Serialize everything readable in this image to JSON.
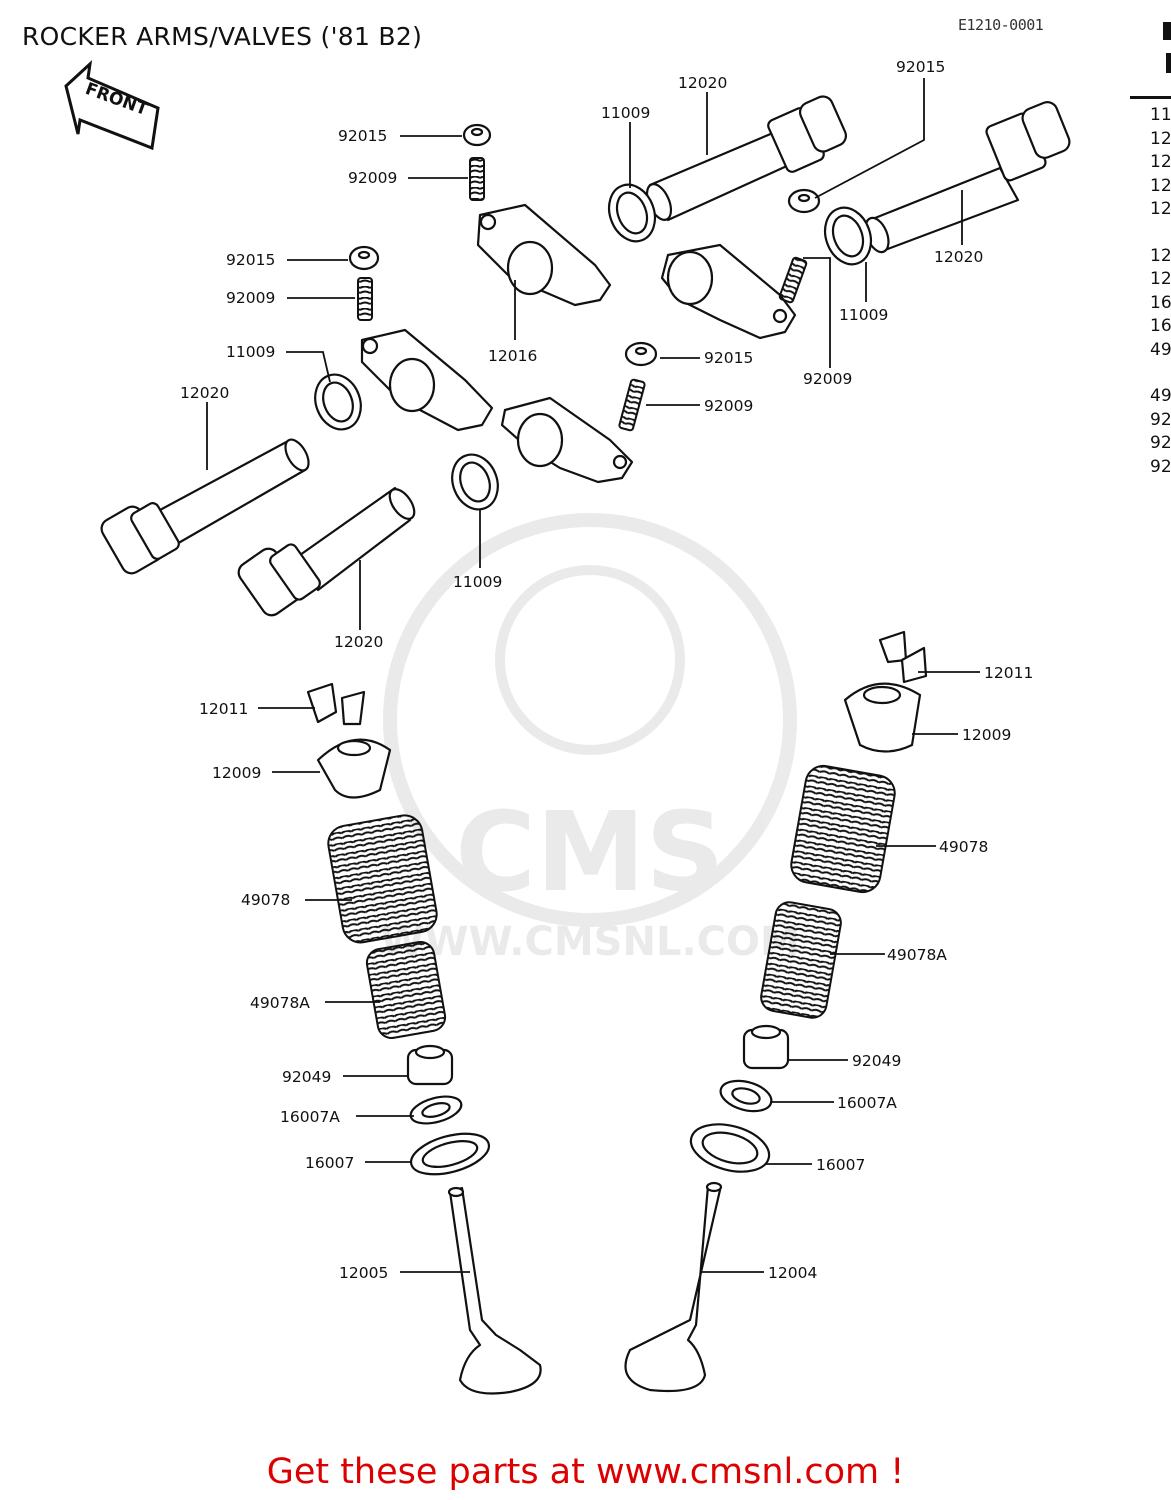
{
  "header": {
    "title": "ROCKER ARMS/VALVES ('81 B2)",
    "diagram_code": "E1210-0001"
  },
  "front_arrow": {
    "label": "FRONT"
  },
  "watermark": {
    "brand": "CMS",
    "url": "WWW.CMSNL.COM"
  },
  "callouts": {
    "c_92015_a": "92015",
    "c_92009_a": "92009",
    "c_92015_b": "92015",
    "c_92009_b": "92009",
    "c_11009_a": "11009",
    "c_12020_a": "12020",
    "c_12016": "12016",
    "c_11009_b": "11009",
    "c_12020_b": "12020",
    "c_11009_c": "11009",
    "c_12020_c": "12020",
    "c_92015_c": "92015",
    "c_12020_d": "12020",
    "c_11009_d": "11009",
    "c_92009_c": "92009",
    "c_92015_d": "92015",
    "c_92009_d": "92009",
    "c_12011_l": "12011",
    "c_12009_l": "12009",
    "c_49078_l": "49078",
    "c_49078A_l": "49078A",
    "c_92049_l": "92049",
    "c_16007A_l": "16007A",
    "c_16007_l": "16007",
    "c_12005": "12005",
    "c_12011_r": "12011",
    "c_12009_r": "12009",
    "c_49078_r": "49078",
    "c_49078A_r": "49078A",
    "c_92049_r": "92049",
    "c_16007A_r": "16007A",
    "c_16007_r": "16007",
    "c_12004": "12004"
  },
  "side_list": [
    "11",
    "12",
    "12",
    "12",
    "12",
    "12",
    "12",
    "16",
    "16",
    "49",
    "49",
    "92",
    "92",
    "92"
  ],
  "footer": {
    "cta": "Get these parts at www.cmsnl.com !"
  }
}
